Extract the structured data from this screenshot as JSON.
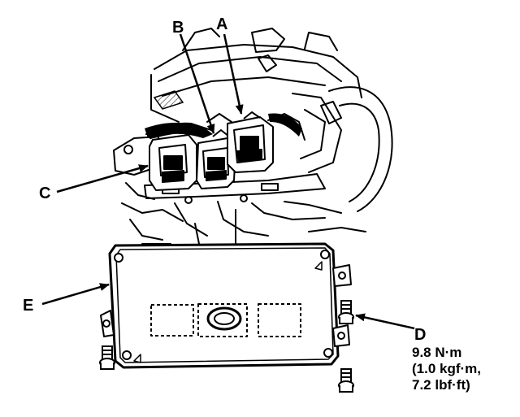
{
  "callouts": {
    "a": "A",
    "b": "B",
    "c": "C",
    "d": "D",
    "e": "E"
  },
  "torque_spec": {
    "line1": "9.8 N·m",
    "line2": "(1.0 kgf·m,",
    "line3": "7.2 lbf·ft)"
  },
  "colors": {
    "ink": "#000000",
    "background": "#ffffff"
  }
}
